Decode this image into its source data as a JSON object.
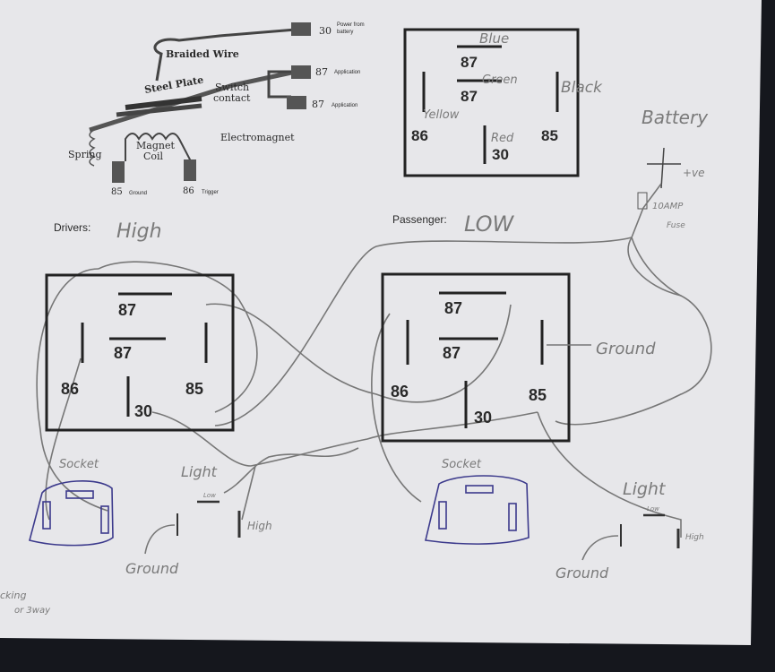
{
  "reference_diagram": {
    "labels": {
      "braided_wire": "Braided Wire",
      "steel_plate": "Steel Plate",
      "switch_contact_1": "Switch",
      "switch_contact_2": "contact",
      "electromagnet": "Electromagnet",
      "spring": "Spring",
      "magnet_coil_1": "Magnet",
      "magnet_coil_2": "Coil"
    },
    "terminals": [
      {
        "number": "30",
        "desc1": "Power from",
        "desc2": "battery"
      },
      {
        "number": "87",
        "desc1": "Application"
      },
      {
        "number": "87",
        "desc1": "Application"
      },
      {
        "number": "85",
        "desc1": "Ground"
      },
      {
        "number": "86",
        "desc1": "Trigger"
      }
    ]
  },
  "pinout_relay": {
    "pins": {
      "p87": "87",
      "p87a": "87",
      "p86": "86",
      "p85": "85",
      "p30": "30"
    },
    "colors": {
      "blue": "Blue",
      "green": "Green",
      "black": "Black",
      "yellow": "Yellow",
      "red": "Red"
    }
  },
  "battery": {
    "label": "Battery",
    "ve": "+ve",
    "fuse1": "10AMP",
    "fuse2": "Fuse"
  },
  "drivers": {
    "label": "Drivers:",
    "value": "High",
    "relay": {
      "p87": "87",
      "p87a": "87",
      "p86": "86",
      "p85": "85",
      "p30": "30"
    },
    "socket": "Socket",
    "light": "Light",
    "low": "Low",
    "high": "High",
    "ground": "Ground",
    "note1": "cking",
    "note2": "or 3way"
  },
  "passenger": {
    "label": "Passenger:",
    "value": "LOW",
    "relay": {
      "p87": "87",
      "p87a": "87",
      "p86": "86",
      "p85": "85",
      "p30": "30"
    },
    "ground_label": "Ground",
    "socket": "Socket",
    "light": "Light",
    "low": "Low",
    "high": "High",
    "ground": "Ground"
  }
}
